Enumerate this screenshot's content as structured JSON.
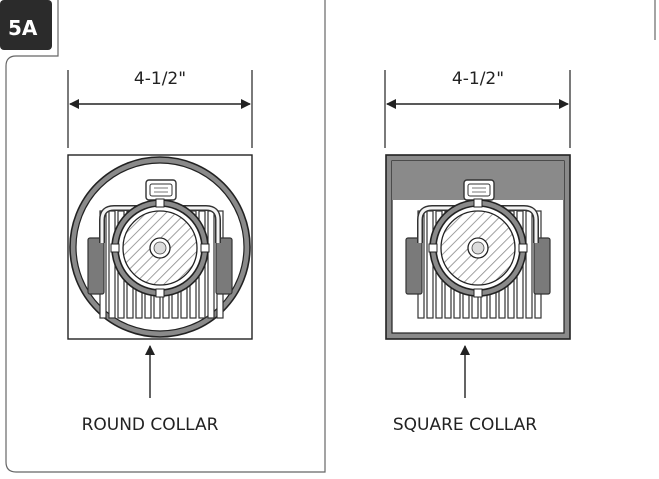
{
  "step_badge": "5A",
  "left_panel": {
    "dimension": "4-1/2\"",
    "caption": "ROUND COLLAR",
    "collar_shape": "round"
  },
  "right_panel": {
    "dimension": "4-1/2\"",
    "caption": "SQUARE COLLAR",
    "collar_shape": "square"
  },
  "colors": {
    "line": "#333333",
    "collar_fill": "#8a8a8a",
    "badge_bg": "#2b2b2b"
  }
}
